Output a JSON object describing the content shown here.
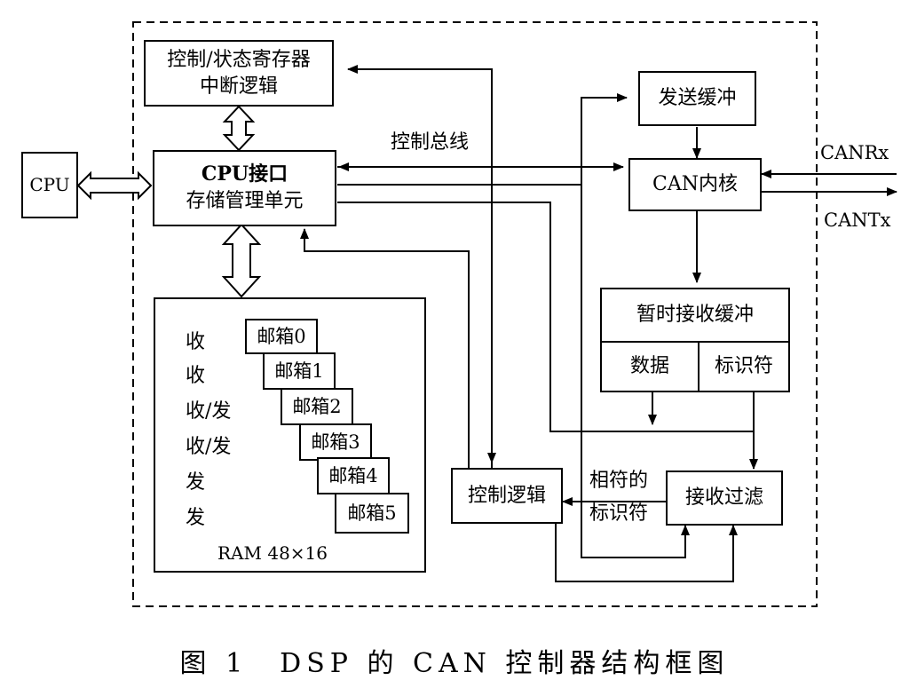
{
  "nodes": {
    "ctrl_status_reg": {
      "line1": "控制/状态寄存器",
      "line2": "中断逻辑"
    },
    "cpu_interface": {
      "line1": "CPU接口",
      "line2": "存储管理单元"
    },
    "cpu": "CPU",
    "tx_buffer": "发送缓冲",
    "can_core": "CAN内核",
    "temp_rx_buffer": {
      "title": "暂时接收缓冲",
      "data": "数据",
      "identifier": "标识符"
    },
    "control_logic": "控制逻辑",
    "rx_filter": "接收过滤"
  },
  "ram": {
    "directions": [
      "收",
      "收",
      "收/发",
      "收/发",
      "发",
      "发"
    ],
    "mailboxes": [
      "邮箱0",
      "邮箱1",
      "邮箱2",
      "邮箱3",
      "邮箱4",
      "邮箱5"
    ],
    "label": "RAM 48×16"
  },
  "labels": {
    "control_bus": "控制总线",
    "canrx": "CANRx",
    "cantx": "CANTx",
    "matching_id_line1": "相符的",
    "matching_id_line2": "标识符"
  },
  "caption": "图 1　DSP 的 CAN 控制器结构框图"
}
